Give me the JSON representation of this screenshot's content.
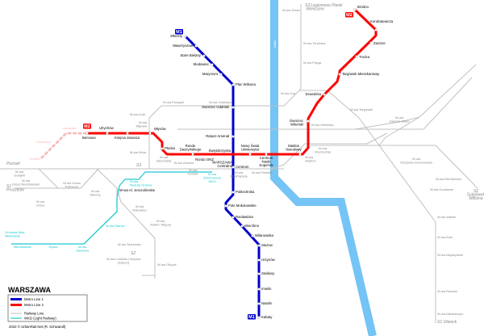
{
  "title": "WARSZAWA",
  "copyright": "2022 © UrbanRail.Net (R. Schwandl)",
  "river": "Wisła",
  "colors": {
    "metro1": "#0000cc",
    "metro2": "#ff0000",
    "metro2_planned": "#f8b8b8",
    "railway": "#c0c0c0",
    "wkd": "#1fc8d0",
    "river": "#74c4f5"
  },
  "legend": {
    "metro1": "Metro Line 1",
    "metro2": "Metro Line 2",
    "railway": "Railway Line",
    "wkd": "WKD (Light Railway)"
  },
  "badges": {
    "m1": "M1",
    "m2": "M2"
  },
  "metro1_stations": [
    "Młociny",
    "Wawrzyszew",
    "Stare Bielany",
    "Słodowiec",
    "Marymont",
    "Plac Wilsona",
    "Dworzec Gdański",
    "Ratusz Arsenał",
    "Świętokrzyska",
    "Centrum",
    "Politechnika",
    "Pole Mokotowskie",
    "Racławicka",
    "Wierzbno",
    "Wilanowska",
    "Służew",
    "Ursynów",
    "Stokłosy",
    "Imielin",
    "Natolin",
    "Kabaty"
  ],
  "metro2_stations": [
    "Bemowo",
    "Ulrychów",
    "Księcia Janusza",
    "Młynów",
    "Płocka",
    "Rondo Daszyńskiego",
    "Rondo ONZ",
    "Nowy Świat Uniwersytet",
    "Centrum Nauki Kopernik",
    "Stadion Narodowy",
    "Dworzec Wileński",
    "Szwedzka",
    "Targówek Mieszkaniowy",
    "Trocka",
    "Zacisze",
    "Kondratowicza",
    "Bródno"
  ],
  "metro2_planned_stations": [
    "Lazurowa",
    "Chrzanów",
    "Karolin"
  ],
  "interchange_label": "WARSZAWA Centralna",
  "railway_stations": [
    "W-wa Żerań",
    "W-wa Toruńska",
    "W-wa Praga",
    "W-wa Zoo",
    "W-wa Targówek",
    "W-wa Zacisze Wilno",
    "W-wa Wileńska",
    "W-wa Wschodnia",
    "W-wa Stadion",
    "W-wa Powiśle",
    "W-wa Śródmieście",
    "W-wa Olszynka Grochowska",
    "W-wa Rembertów",
    "W-wa Gocławek",
    "W-wa Wawer",
    "W-wa Anin",
    "W-wa Międzylesie",
    "W-wa Radość",
    "W-wa Miedzeszyn",
    "W-wa Powązki",
    "W-wa Gdańska",
    "W-wa Koło",
    "W-wa Młynów",
    "W-wa Wola",
    "W-wa Zachodnia",
    "W-wa Główna",
    "W-wa Ochota",
    "W-wa Gołąbki",
    "W-wa Ursus Północny",
    "W-wa Ursus Niedźwiadek",
    "W-wa Ursus",
    "W-wa Włochy",
    "W-wa Al. Jerozolimskie",
    "W-wa Rakowiec",
    "W-wa Zwirki i Wigury",
    "W-wa Służewiec",
    "W-wa Lotnisko Chopina (Airport)",
    "W-wa Okęcie"
  ],
  "wkd_stations": [
    "W-wa Reduta Ordona",
    "W-wa Raków",
    "W-wa Salomea",
    "Opacz",
    "Michałowice",
    "Grodzisk Maz. Milanówek",
    "W-wa Śródmieście WKD"
  ],
  "termini": [
    "S3 Legionowo Piaski Wieliszew",
    "S2 Sulejówek Miłosna",
    "S1 Otwock",
    "Poznań",
    "S1 Pruszków",
    "S3",
    "S2"
  ]
}
